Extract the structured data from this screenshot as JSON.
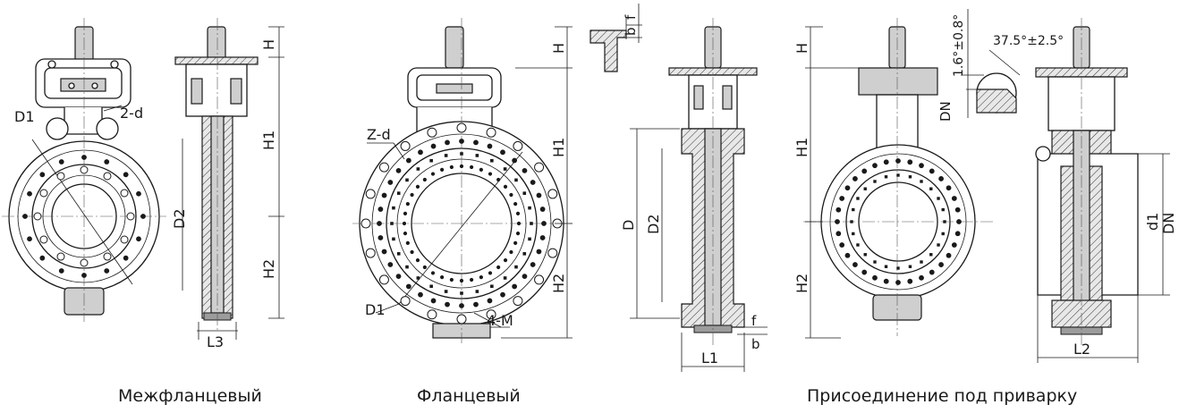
{
  "captions": {
    "wafer": "Межфланцевый",
    "flanged": "Фланцевый",
    "welded": "Присоединение под приварку"
  },
  "dims": {
    "H": "H",
    "H1": "H1",
    "H2": "H2",
    "D": "D",
    "D1": "D1",
    "D2": "D2",
    "DN": "DN",
    "d1": "d1",
    "L1": "L1",
    "L2": "L2",
    "L3": "L3",
    "f": "f",
    "b": "b",
    "two_d": "2-d",
    "z_d": "Z-d",
    "four_m": "4-M",
    "tol_1": "1.6°±0.8°",
    "tol_2": "37.5°±2.5°"
  }
}
